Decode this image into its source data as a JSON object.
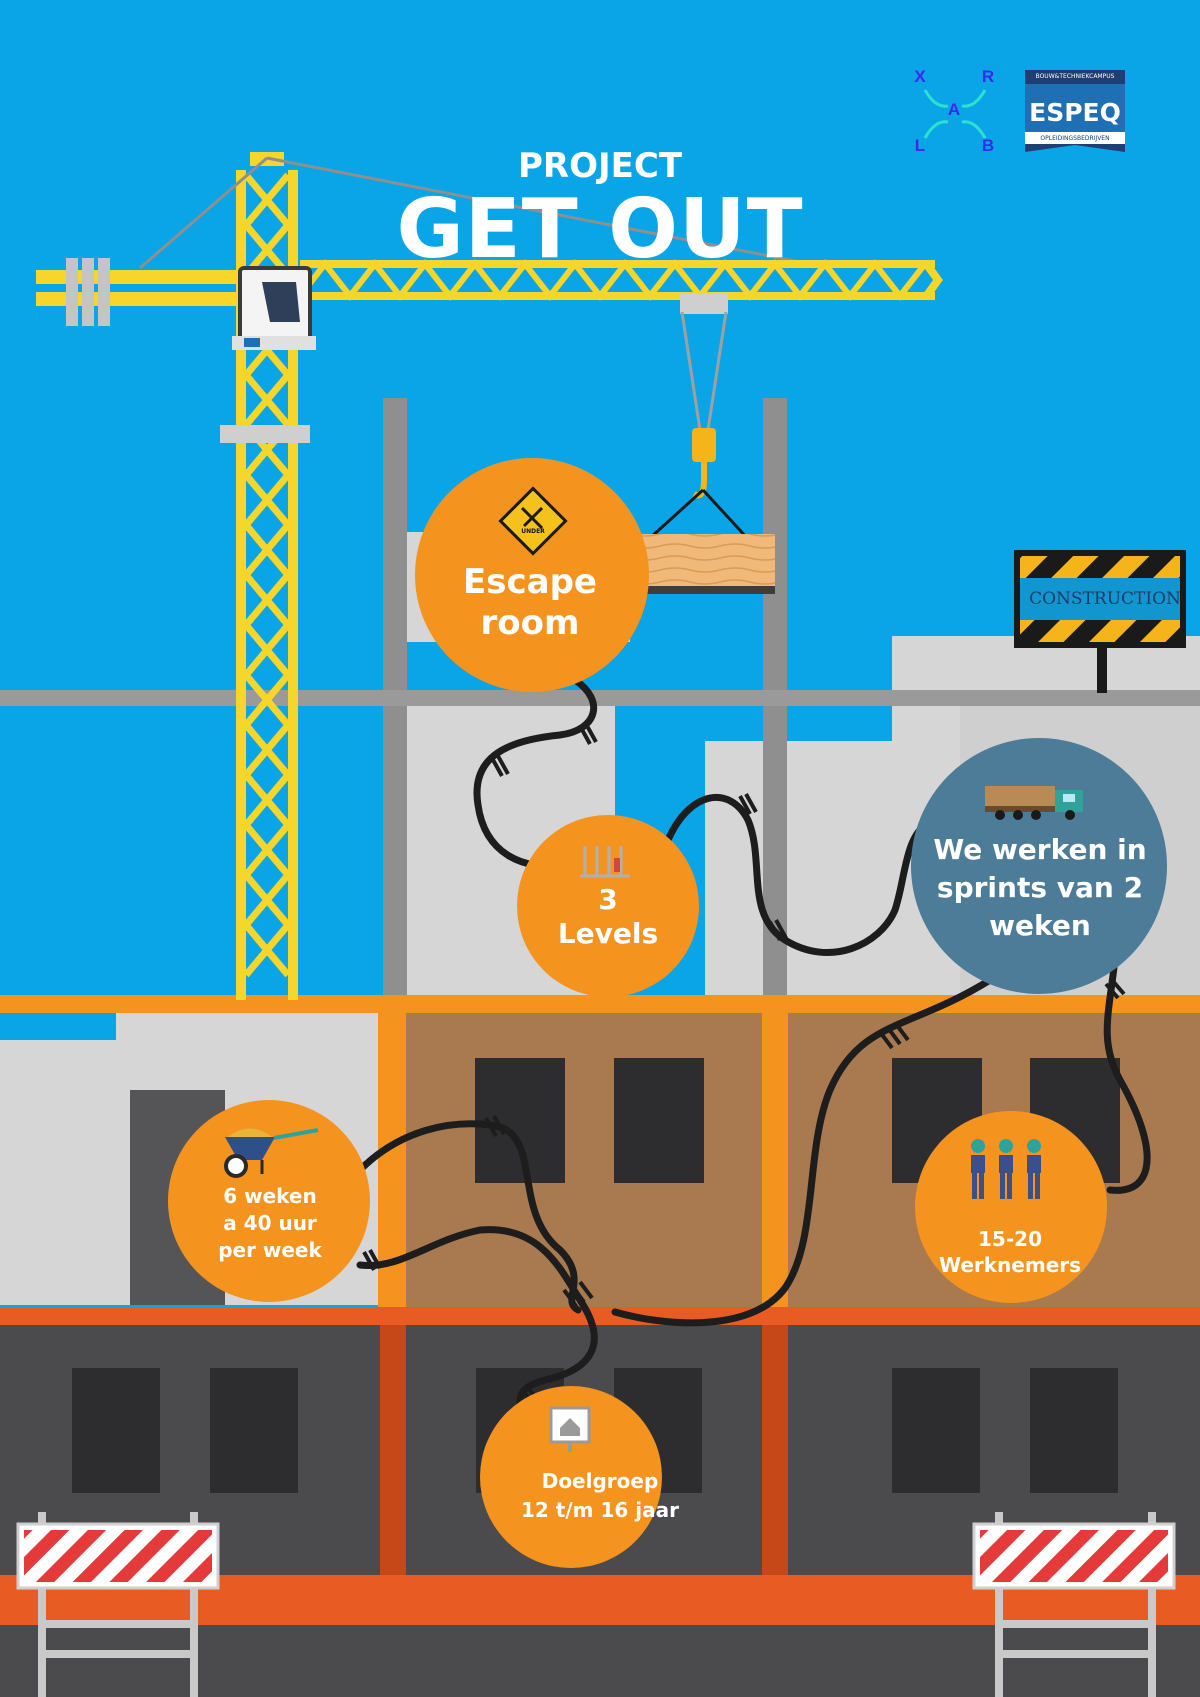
{
  "title": {
    "prefix": "PROJECT",
    "main": "GET OUT"
  },
  "logos": {
    "xlab_letters": [
      "X",
      "R",
      "A",
      "L",
      "B"
    ],
    "espeq": {
      "top_text": "BOUW&TECHNIEKCAMPUS",
      "name": "ESPEQ",
      "bottom_text": "OPLEIDINGSBEDRIJVEN"
    }
  },
  "sign": {
    "text": "CONSTRUCTION"
  },
  "badges": {
    "escape_room": {
      "text": "Escape\nroom",
      "icon": "under-construction-sign-icon",
      "icon_text": "UNDER"
    },
    "levels": {
      "text": "3\nLevels",
      "icon": "scaffold-icon"
    },
    "sprints": {
      "text": "We werken in\nsprints van 2\nweken",
      "icon": "lumber-truck-icon"
    },
    "weeks": {
      "text": "6 weken\na 40 uur\nper week",
      "icon": "wheelbarrow-icon"
    },
    "workers": {
      "text": "15-20\nWerknemers",
      "icon": "construction-workers-icon"
    },
    "target": {
      "text": "Doelgroep\n12 t/m 16 jaar",
      "icon": "house-sign-icon"
    }
  },
  "colors": {
    "sky": "#0aa5e6",
    "badge_orange": "#f5931f",
    "badge_blue": "#4d7c98",
    "crane_yellow": "#f6d62a",
    "wall_brown": "#a97a4f",
    "wall_dark": "#4b4b4d",
    "floor_orange": "#e85c24",
    "cable": "#1d1d1d"
  }
}
